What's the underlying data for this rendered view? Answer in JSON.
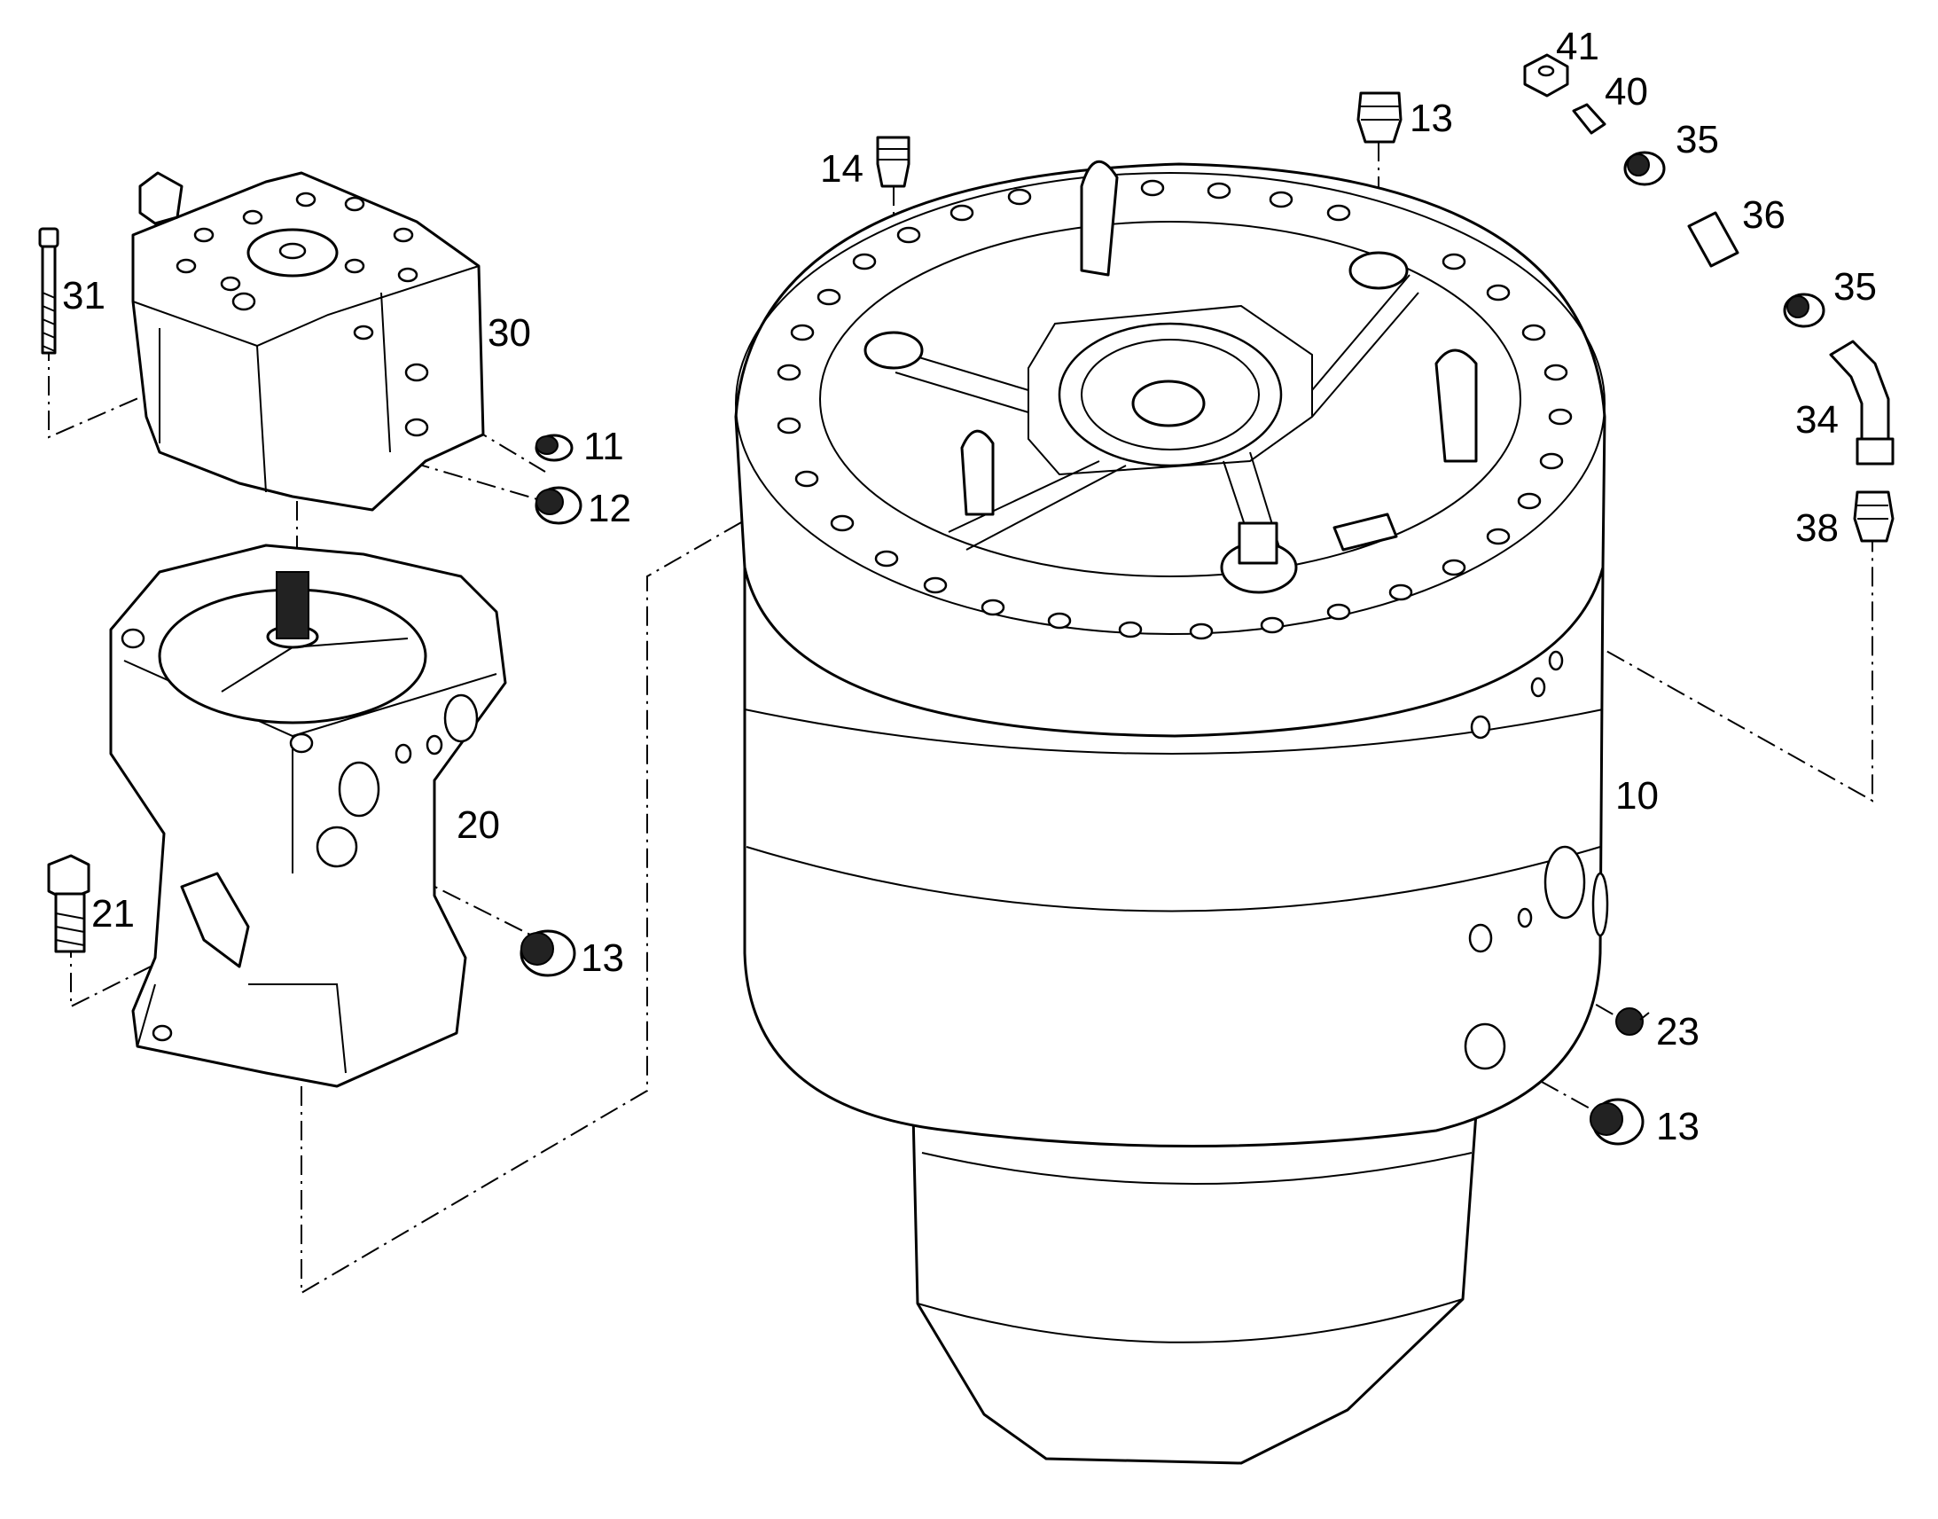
{
  "callouts": {
    "c10": "10",
    "c11": "11",
    "c12": "12",
    "c13_top": "13",
    "c13_motor": "13",
    "c13_housing": "13",
    "c14": "14",
    "c20": "20",
    "c21": "21",
    "c23": "23",
    "c30": "30",
    "c31": "31",
    "c34": "34",
    "c35_a": "35",
    "c35_b": "35",
    "c36": "36",
    "c38": "38",
    "c40": "40",
    "c41": "41"
  },
  "colors": {
    "line": "#000000",
    "background": "#ffffff"
  }
}
